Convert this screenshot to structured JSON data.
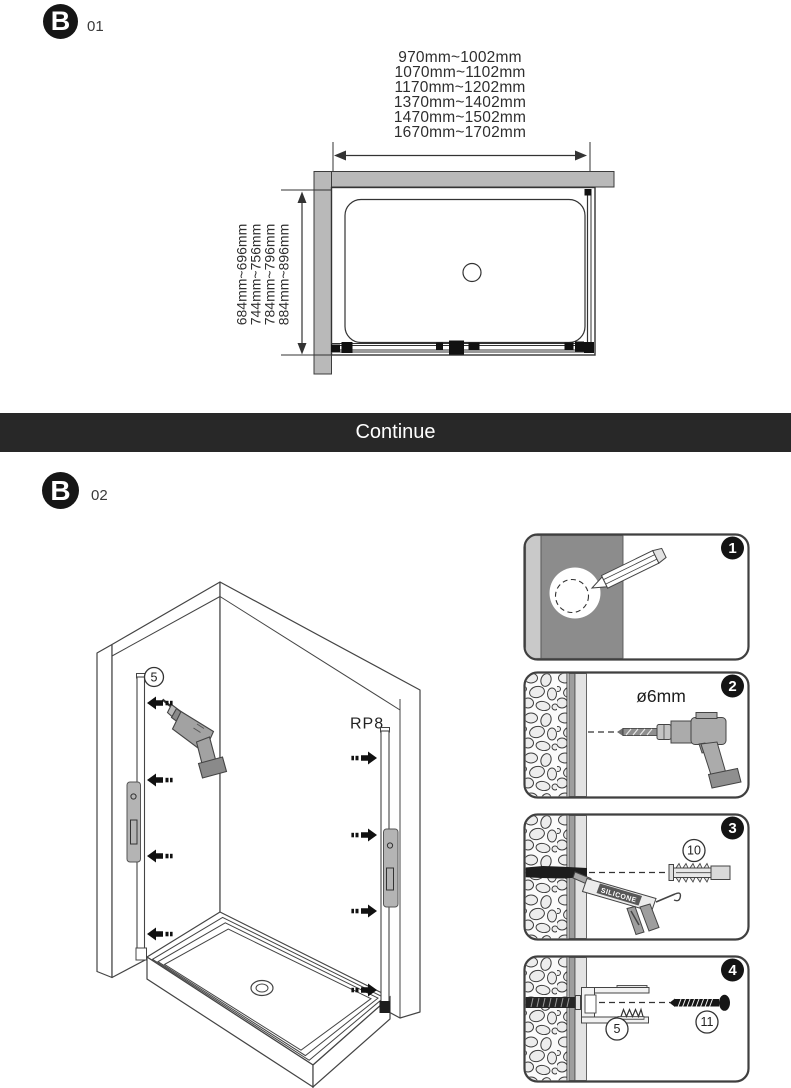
{
  "b01": {
    "badge_letter": "B",
    "badge_number": "01",
    "width_ranges": [
      "970mm~1002mm",
      "1070mm~1102mm",
      "1170mm~1202mm",
      "1370mm~1402mm",
      "1470mm~1502mm",
      "1670mm~1702mm"
    ],
    "depth_ranges": [
      "684mm~696mm",
      "744mm~756mm",
      "784mm~796mm",
      "884mm~896mm"
    ]
  },
  "divider": {
    "label": "Continue"
  },
  "b02": {
    "badge_letter": "B",
    "badge_number": "02",
    "iso_labels": {
      "profile_ref": "5",
      "profile_code": "RP8"
    },
    "steps": [
      {
        "num": "1"
      },
      {
        "num": "2",
        "diameter": "ø6mm"
      },
      {
        "num": "3",
        "ref": "10",
        "gun_text": "SILICONE"
      },
      {
        "num": "4",
        "bracket_ref": "5",
        "screw_ref": "11"
      }
    ]
  },
  "colors": {
    "divider_bg": "#282828",
    "wall_gray": "#b9b9b9",
    "panel_wall_gray": "#8c8c8c",
    "bracket_gray": "#b4b4b4",
    "line": "#3a3a3a"
  }
}
